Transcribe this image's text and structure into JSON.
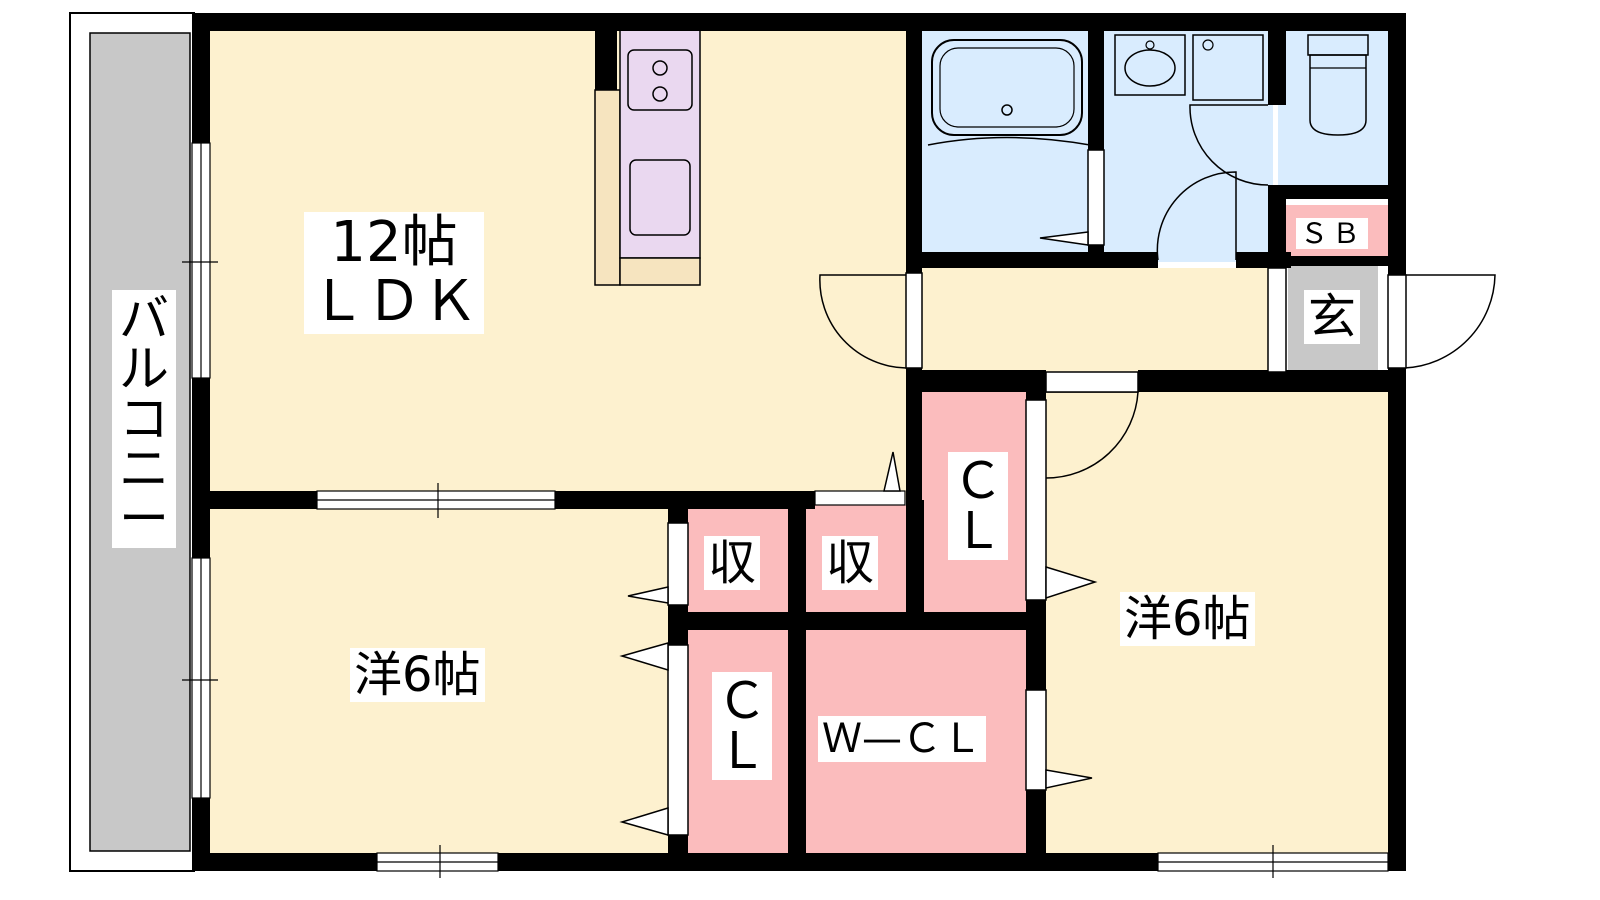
{
  "plan": {
    "colors": {
      "wall": "#000000",
      "living": "#fdf1cf",
      "kitchen": "#ead8f0",
      "counter": "#f6e4bf",
      "wet_area": "#d9ecfe",
      "storage": "#fbbcbd",
      "balcony": "#c8c8c8",
      "entrance": "#c8c8c8"
    },
    "rooms": {
      "ldk": "12帖\nＬＤＫ",
      "bedroom_west": "洋6帖",
      "bedroom_east": "洋6帖",
      "closet_1": "ＣＬ",
      "closet_2": "ＣＬ",
      "walk_in_closet": "Ｗ—ＣＬ",
      "storage_1": "収",
      "storage_2": "収",
      "shoe_box": "ＳＢ",
      "entrance": "玄",
      "balcony": "バ\nル\nコ\nニ\nー"
    }
  }
}
